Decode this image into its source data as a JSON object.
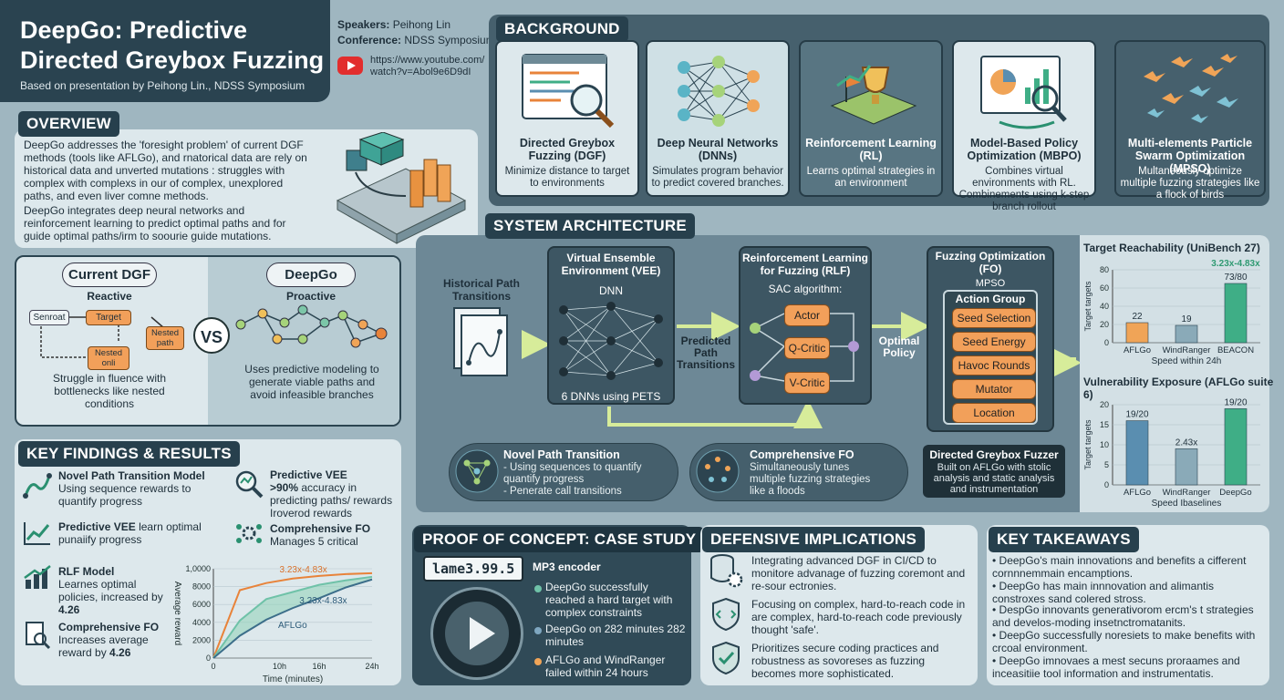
{
  "header": {
    "title_line1": "DeepGo: Predictive",
    "title_line2": "Directed Greybox Fuzzing",
    "subtitle": "Based on presentation by Peihong Lin., NDSS Symposium",
    "speakers_label": "Speakers:",
    "speakers_value": "Peihong Lin",
    "conference_label": "Conference:",
    "conference_value": "NDSS Symposium",
    "url_line1": "https://www.youtube.com/",
    "url_line2": "watch?v=Abol9e6D9dI"
  },
  "overview": {
    "label": "OVERVIEW",
    "para1": "DeepGo addresses the 'foresight problem' of current DGF methods (tools like AFLGo), and rnatorical data are rely on historical data and unverted mutations : struggles with complex with complexs in our of complex, unexplored paths, and even liver comne methods.",
    "para2": "DeepGo integrates deep neural networks and reinforcement learning to predict optimal paths and for guide optimal paths/irm to soourie guide mutations.",
    "current_title": "Current DGF",
    "current_sub": "Reactive",
    "node_senroat": "Senroat",
    "node_target": "Target",
    "node_nested_path": "Nested path",
    "node_nested_onli": "Nested onli",
    "current_caption": "Struggle in fluence with bottlenecks like nested conditions",
    "vs": "VS",
    "deepgo_title": "DeepGo",
    "deepgo_sub": "Proactive",
    "deepgo_caption": "Uses predictive modeling to generate viable paths and avoid infeasible branches"
  },
  "findings": {
    "label": "KEY FINDINGS & RESULTS",
    "f1_title": "Novel Path Transition Model",
    "f1_desc": "Using sequence rewards to quantify progress",
    "f2_title": "Predictive VEE",
    "f2_desc": "learn optimal punaiify progress",
    "f3_title": "RLF Model",
    "f3_desc": "Learnes optimal policies, increased by",
    "f3_value": "4.26",
    "f4_title": "Comprehensive FO",
    "f4_desc": "Increases average reward by",
    "f4_value": "4.26",
    "f5_title": "Predictive VEE",
    "f5_highlight": ">90%",
    "f5_desc": "accuracy in predicting paths/ rewards Iroverod rewards",
    "f6_title": "Comprehensive FO",
    "f6_desc": "Manages 5 critical"
  },
  "reward_chart": {
    "chart_data": {
      "type": "line",
      "x": [
        0,
        4,
        8,
        12,
        16,
        20,
        24
      ],
      "xticks": [
        "0",
        "10h",
        "16h",
        "24h"
      ],
      "xtick_values": [
        0,
        10,
        16,
        24
      ],
      "ylabel": "Average reward",
      "xlabel": "Time (minutes)",
      "yticks": [
        "0",
        "2000",
        "4000",
        "6000",
        "8000",
        "1,0000"
      ],
      "ytick_values": [
        0,
        2000,
        4000,
        6000,
        8000,
        10000
      ],
      "ylim": [
        0,
        10000
      ],
      "xlim": [
        0,
        24
      ],
      "series": [
        {
          "name": "",
          "color": "#e8833a",
          "values": [
            0,
            7600,
            8400,
            8900,
            9200,
            9400,
            9500
          ]
        },
        {
          "name": "",
          "color": "#6fc2a8",
          "values": [
            0,
            4200,
            6600,
            7400,
            8200,
            8700,
            9100
          ]
        },
        {
          "name": "AFLGo",
          "color": "#3c6e8a",
          "values": [
            0,
            2500,
            4300,
            5600,
            6700,
            7900,
            8800
          ]
        }
      ],
      "annotations": [
        "3.23x-4.83x",
        "3.23x-4.83x"
      ]
    }
  },
  "background": {
    "label": "BACKGROUND",
    "cards": [
      {
        "title": "Directed Greybox Fuzzing (DGF)",
        "desc": "Minimize distance to target to environments"
      },
      {
        "title": "Deep Neural Networks (DNNs)",
        "desc": "Simulates program behavior to predict covered branches."
      },
      {
        "title": "Reinforcement Learning (RL)",
        "desc": "Learns optimal strategies in an environment"
      },
      {
        "title": "Model-Based Policy Optimization (MBPO)",
        "desc": "Combines virtual environments with RL. Combinements using k-step branch rollout"
      },
      {
        "title": "Multi-elements Particle Swarm Optimization (MPSO)",
        "desc": "Multaneously optimize multiple fuzzing strategies like a flock of birds"
      }
    ]
  },
  "architecture": {
    "label": "SYSTEM ARCHITECTURE",
    "historical": "Historical Path Transitions",
    "vee_title": "Virtual Ensemble Environment (VEE)",
    "vee_dnn": "DNN",
    "vee_caption": "6 DNNs using PETS",
    "predicted": "Predicted Path Transitions",
    "rlf_title": "Reinforcement Learning for Fuzzing (RLF)",
    "rlf_sac": "SAC algorithm:",
    "actor": "Actor",
    "qcritic": "Q-Critic",
    "vcritic": "V-Critic",
    "optimal": "Optimal Policy",
    "fo_title": "Fuzzing Optimization (FO)",
    "fo_mpso": "MPSO",
    "action_group": "Action Group",
    "actions": [
      "Seed Selection",
      "Seed Energy",
      "Havoc Rounds",
      "Mutator",
      "Location"
    ],
    "novel_title": "Novel Path Transition",
    "novel_line1": "- Using sequences to quantify quantify progress",
    "novel_line2": "- Penerate call transitions",
    "comp_title": "Comprehensive FO",
    "comp_desc": "Simultaneously tunes multiple fuzzing strategies like a floods",
    "fuzzer_title": "Directed Greybox Fuzzer",
    "fuzzer_desc": "Built on AFLGo with stolic analysis and static analysis and instrumentation"
  },
  "reach_chart": {
    "chart_data": {
      "type": "bar",
      "title": "Target Reachability (UniBench 27)",
      "categories": [
        "AFLGo",
        "WindRanger",
        "BEACON"
      ],
      "values": [
        22,
        19,
        65
      ],
      "data_labels": [
        "22",
        "19",
        "73/80"
      ],
      "annotation": "3.23x-4.83x",
      "ylabel": "Target targets",
      "xlabel": "Speed within 24h",
      "yticks": [
        "0",
        "20",
        "40",
        "60",
        "80"
      ],
      "ytick_values": [
        0,
        20,
        40,
        60,
        80
      ],
      "ylim": [
        0,
        80
      ],
      "colors": [
        "#f0a457",
        "#8aaab8",
        "#3fae86"
      ]
    }
  },
  "vuln_chart": {
    "chart_data": {
      "type": "bar",
      "title": "Vulnerability Exposure (AFLGo suite 6)",
      "categories": [
        "AFLGo",
        "WindRanger",
        "DeepGo"
      ],
      "values": [
        16,
        9,
        19
      ],
      "data_labels": [
        "19/20",
        "2.43x",
        "19/20"
      ],
      "ylabel": "Target targets",
      "xlabel": "Speed Ibaselines",
      "yticks": [
        "0",
        "5",
        "10",
        "15",
        "20"
      ],
      "ytick_values": [
        0,
        5,
        10,
        15,
        20
      ],
      "ylim": [
        0,
        20
      ],
      "colors": [
        "#5a8eb0",
        "#8aaab8",
        "#3fae86"
      ]
    }
  },
  "poc": {
    "label": "PROOF OF CONCEPT: CASE STUDY",
    "program": "lame3.99.5",
    "program_desc": "MP3 encoder",
    "b1": "DeepGo successfully reached a hard target with complex constraints",
    "b2": "DeepGo on 282 minutes 282 minutes",
    "b3": "AFLGo and WindRanger failed within 24 hours"
  },
  "defensive": {
    "label": "DEFENSIVE IMPLICATIONS",
    "items": [
      "Integrating advanced DGF in CI/CD to monitore advanage of fuzzing coremont and re-sour ectronies.",
      "Focusing on complex, hard-to-reach code in are complex, hard-to-reach code previously thought 'safe'.",
      "Prioritizes secure coding practices and robustness as sovoreses as fuzzing becomes more sophisticated."
    ]
  },
  "takeaways": {
    "label": "KEY TAKEAWAYS",
    "items": [
      "• DeepGo's main innovations and benefits a cifferent cornnnemmain encamptions.",
      "• DeepGo has main innnovation and alimantis constroxes sand colered stross.",
      "• DespGo innovants generativorom ercm's t strategies and develos-moding insetnctromatanits.",
      "• DeepGo successfully noresiets to make benefits with crcoal environment.",
      "• DeepGo imnovaes a mest secuns proraames and inceasitiie tool information and instrumentatis."
    ]
  },
  "colors": {
    "header_bg": "#2a4350",
    "accent_orange": "#f2a05a",
    "accent_green": "#3fae86",
    "panel_dark": "#46606d",
    "panel_light": "#dde8ec"
  }
}
